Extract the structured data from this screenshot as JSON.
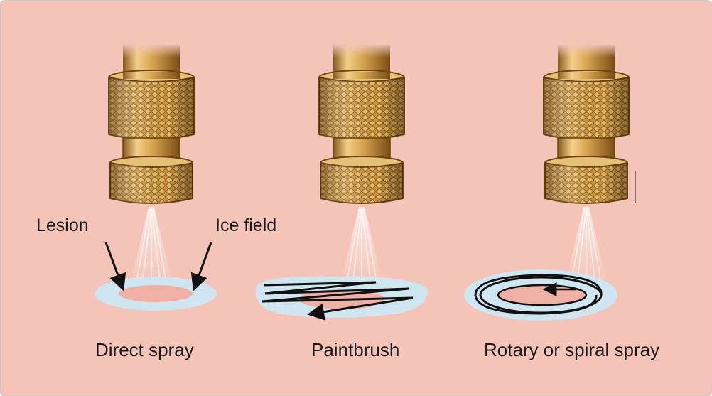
{
  "annotations": {
    "lesion": "Lesion",
    "ice_field": "Ice field"
  },
  "techniques": [
    {
      "label": "Direct spray"
    },
    {
      "label": "Paintbrush"
    },
    {
      "label": "Rotary or spiral spray"
    }
  ],
  "colors": {
    "background": "#f3c4b7",
    "ice": "#cfe6f0",
    "lesion": "#efb0a6",
    "brass": "#d9a650"
  }
}
